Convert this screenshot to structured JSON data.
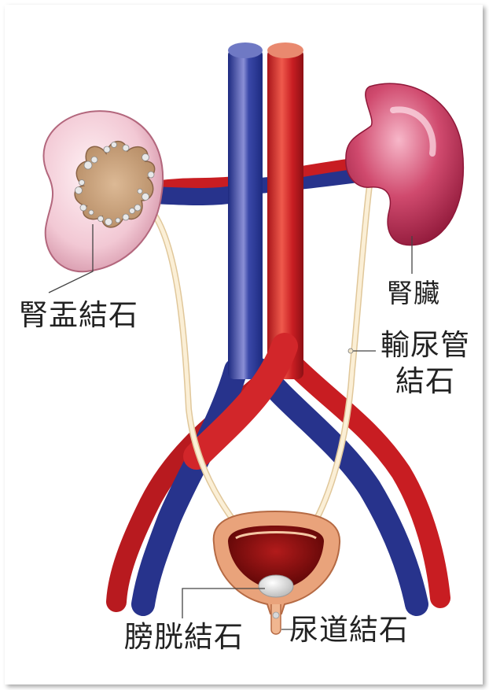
{
  "labels": {
    "renal_pelvis_stone": "腎盂結石",
    "kidney": "腎臟",
    "ureter_stone_line1": "輸尿管",
    "ureter_stone_line2": "結石",
    "bladder_stone": "膀胱結石",
    "urethra_stone": "尿道結石"
  },
  "colors": {
    "vein": "#2a3591",
    "artery": "#c81d22",
    "kidney": "#c4355a",
    "ureter": "#f3dfb6",
    "stone": "#c9a17a",
    "bladder": "#7a0d0d"
  }
}
